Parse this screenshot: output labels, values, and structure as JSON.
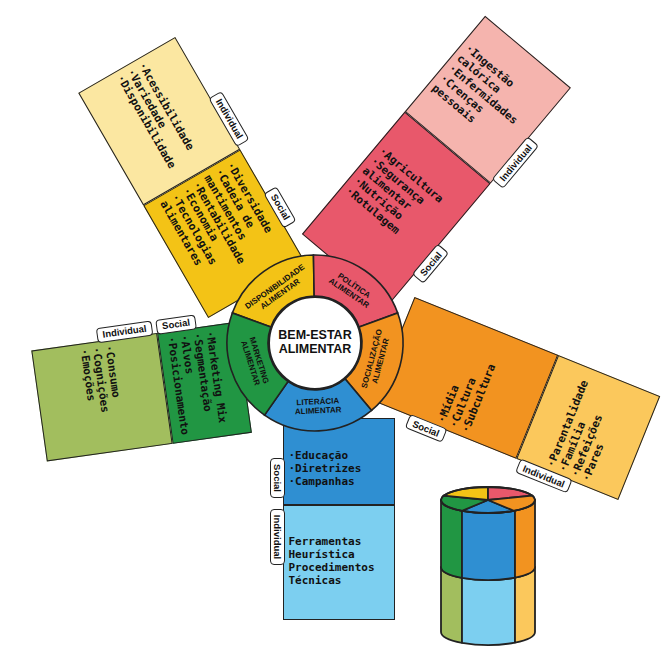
{
  "diagram": {
    "nodes": [
      {
        "text": [
          "BEM-ESTAR ALIMENTAR"
        ]
      },
      {
        "text": [
          "DISPONIBILIDADE ALIMENTAR"
        ]
      },
      {
        "text": [
          "Social"
        ]
      },
      {
        "text": [
          "·Diversidade",
          "·Cadeia de mantimentos",
          "·Rentabilidade",
          "·Economia",
          "·Tecnologias alimentares"
        ]
      },
      {
        "text": [
          "Individual"
        ]
      },
      {
        "text": [
          "·Acessibilidade",
          "·Variedade",
          "·Disponibilidade"
        ]
      },
      {
        "text": [
          "POLÍTICA ALIMENTAR"
        ]
      },
      {
        "text": [
          "Social"
        ]
      },
      {
        "text": [
          "·Agricultura",
          "·Segurança alimentar",
          "·Nutrição",
          "·Rotulagem"
        ]
      },
      {
        "text": [
          "Individual"
        ]
      },
      {
        "text": [
          "·Ingestão calórica",
          "·Enfermidades",
          "·Crenças pessoais"
        ]
      },
      {
        "text": [
          "SOCIALIZAÇÃO ALIMENTAR"
        ]
      },
      {
        "text": [
          "Social"
        ]
      },
      {
        "text": [
          "·Mídia",
          "·Cultura",
          "·Subcultura"
        ]
      },
      {
        "text": [
          "Individual"
        ]
      },
      {
        "text": [
          "·Parentalidade",
          "·Família",
          "·Refeições",
          "·Pares"
        ]
      },
      {
        "text": [
          "LITERÁCIA ALIMENTAR"
        ]
      },
      {
        "text": [
          "Social"
        ]
      },
      {
        "text": [
          "·Educação",
          "·Diretrizes",
          "·Campanhas"
        ]
      },
      {
        "text": [
          "Individual"
        ]
      },
      {
        "text": [
          "Ferramentas",
          "Heurística",
          "Procedimentos",
          "Técnicas"
        ]
      },
      {
        "text": [
          "MARKETING ALIMENTAR"
        ]
      },
      {
        "text": [
          "Social"
        ]
      },
      {
        "text": [
          "·Marketing Mix",
          "·Segmentação",
          "·Alvos",
          "·Posicionamento"
        ]
      },
      {
        "text": [
          "Individual"
        ]
      },
      {
        "text": [
          "·Consumo",
          "·Cognições",
          "·Emoções"
        ]
      }
    ]
  }
}
